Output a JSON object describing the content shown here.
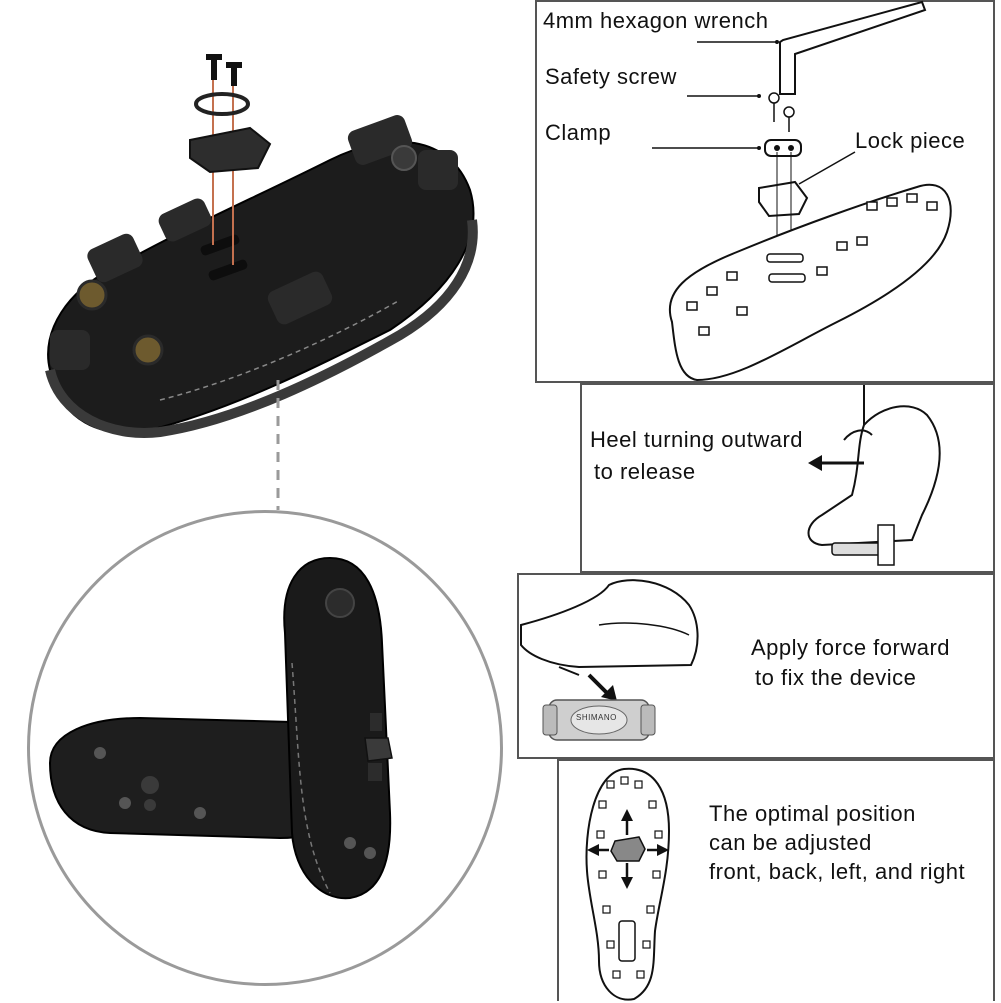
{
  "panel_assembly": {
    "wrench_label": "4mm hexagon wrench",
    "screw_label": "Safety screw",
    "clamp_label": "Clamp",
    "lock_label": "Lock piece"
  },
  "panel_release": {
    "text_line1": "Heel turning outward",
    "text_line2": "to release"
  },
  "panel_engage": {
    "text_line1": "Apply force forward",
    "text_line2": "to fix the device",
    "pedal_brand": "SHIMANO"
  },
  "panel_adjust": {
    "text_line1": "The optimal position",
    "text_line2": "can be adjusted",
    "text_line3": "front, back, left, and right"
  },
  "colors": {
    "panel_border": "#555555",
    "shoe_black": "#1c1c1c",
    "bolt_line": "#c4714f",
    "circle_border": "#9a9a9a"
  }
}
